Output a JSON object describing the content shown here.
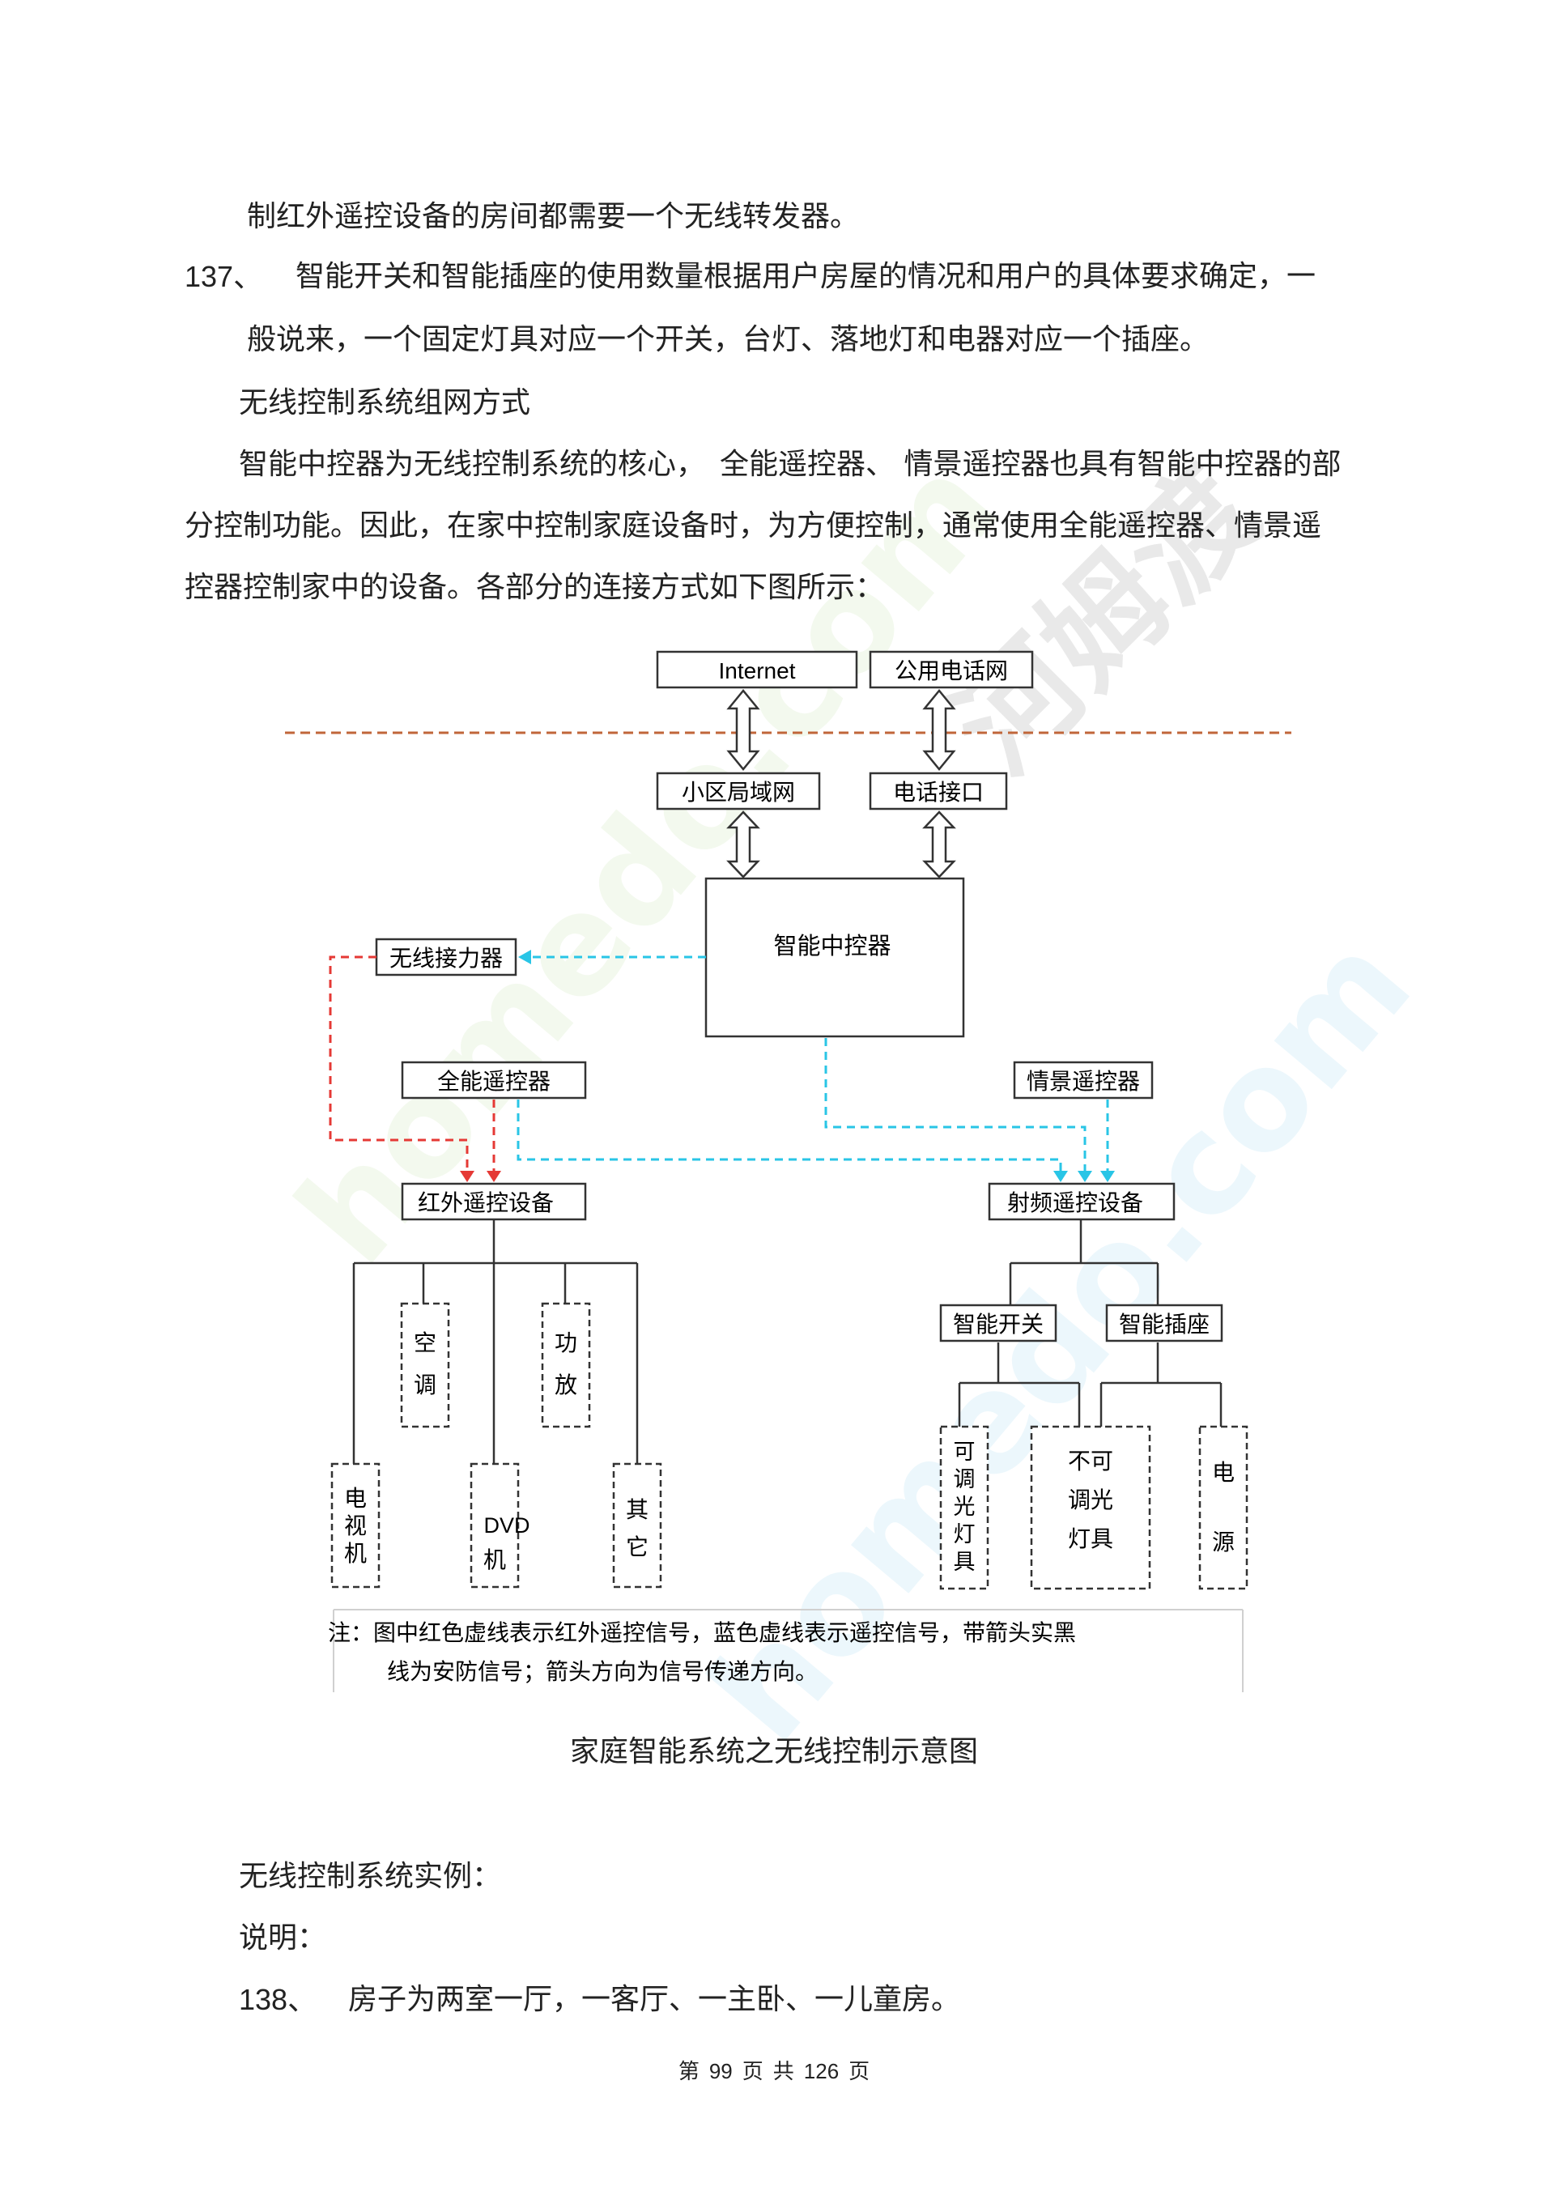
{
  "paragraphs": {
    "line1": "制红外遥控设备的房间都需要一个无线转发器。",
    "item137_num": "137、",
    "item137_text": "智能开关和智能插座的使用数量根据用户房屋的情况和用户的具体要求确定，一",
    "item137_cont": "般说来，一个固定灯具对应一个开关，台灯、落地灯和电器对应一个插座。",
    "heading_network": "无线控制系统组网方式",
    "para1_line1": "智能中控器为无线控制系统的核心，　全能遥控器、 情景遥控器也具有智能中控器的部",
    "para1_line2": "分控制功能。因此，在家中控制家庭设备时，为方便控制，通常使用全能遥控器、情景遥",
    "para1_line3": "控器控制家中的设备。各部分的连接方式如下图所示："
  },
  "diagram": {
    "internet": "Internet",
    "phone_network": "公用电话网",
    "lan": "小区局域网",
    "phone_interface": "电话接口",
    "controller": "智能中控器",
    "repeater": "无线接力器",
    "universal_remote": "全能遥控器",
    "scene_remote": "情景遥控器",
    "ir_devices": "红外遥控设备",
    "rf_devices": "射频遥控设备",
    "ac_1": "空",
    "ac_2": "调",
    "amp_1": "功",
    "amp_2": "放",
    "tv_1": "电",
    "tv_2": "视",
    "tv_3": "机",
    "dvd_1": "DVD",
    "dvd_2": "机",
    "other_1": "其",
    "other_2": "它",
    "smart_switch": "智能开关",
    "smart_socket": "智能插座",
    "dim_1": "可",
    "dim_2": "调",
    "dim_3": "光",
    "dim_4": "灯",
    "dim_5": "具",
    "nodim_1": "不可",
    "nodim_2": "调光",
    "nodim_3": "灯具",
    "power_1": "电",
    "power_2": "源",
    "note_line1": "注：图中红色虚线表示红外遥控信号，蓝色虚线表示遥控信号，带箭头实黑",
    "note_line2": "线为安防信号；箭头方向为信号传递方向。",
    "colors": {
      "red_dash": "#e53935",
      "blue_dash": "#29c5e6",
      "orange_dash": "#c0663a"
    }
  },
  "caption": "家庭智能系统之无线控制示意图",
  "bottom": {
    "heading_example": "无线控制系统实例：",
    "explain": "说明：",
    "item138_num": "138、",
    "item138_text": "房子为两室一厅，一客厅、一主卧、一儿童房。"
  },
  "footer": {
    "page_word": "第",
    "page_num": "99",
    "page_unit": "页",
    "total_word": "共",
    "total_num": "126",
    "total_unit": "页"
  },
  "watermark": {
    "text_cn": "河姆渡",
    "text_en": "homedo.com"
  }
}
